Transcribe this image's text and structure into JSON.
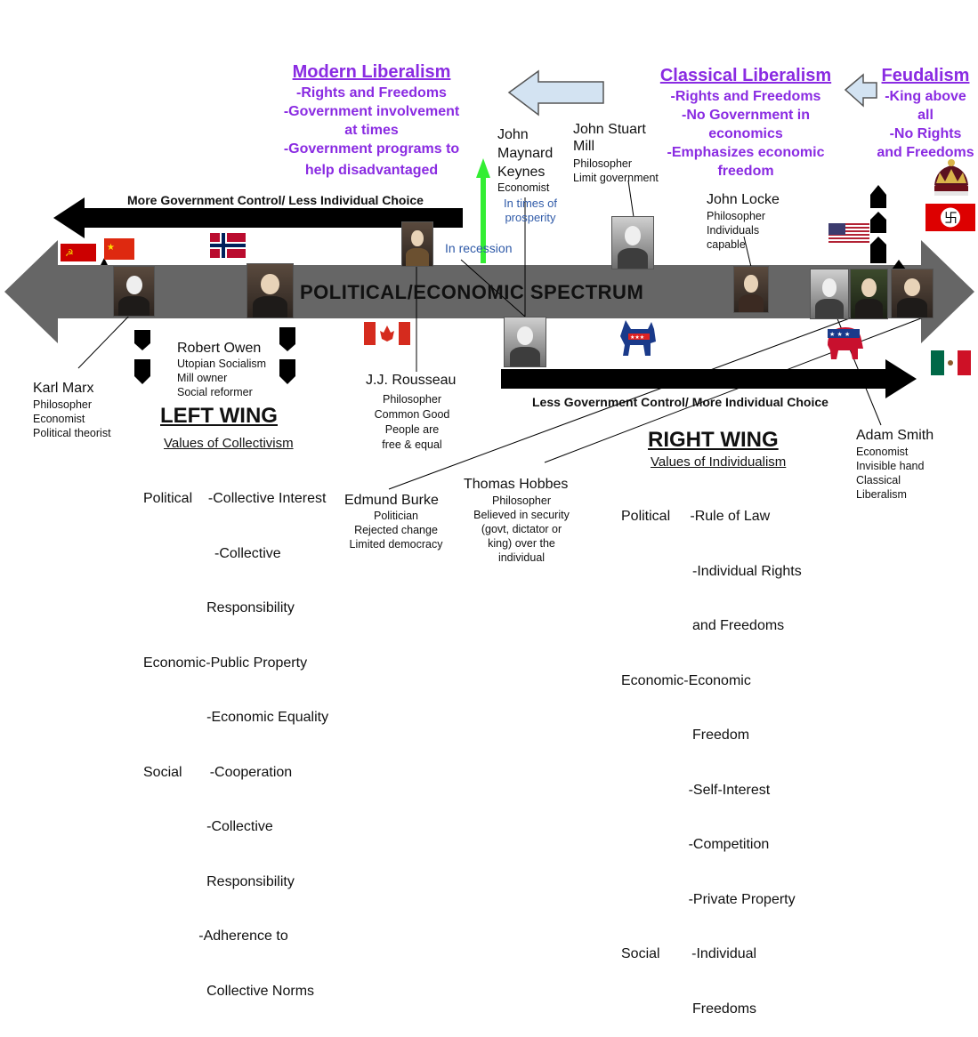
{
  "spectrum": {
    "title": "POLITICAL/ECONOMIC SPECTRUM"
  },
  "top_arrow": {
    "label": "More Government Control/ Less Individual Choice"
  },
  "bottom_arrow": {
    "label": "Less Government Control/ More Individual Choice"
  },
  "modern_liberalism": {
    "title": "Modern Liberalism",
    "lines": [
      "-Rights and Freedoms",
      "-Government involvement",
      "at times",
      "-Government programs to",
      "help disadvantaged"
    ]
  },
  "classical_liberalism": {
    "title": "Classical Liberalism",
    "lines": [
      "-Rights and Freedoms",
      "-No Government in",
      "economics",
      "-Emphasizes economic",
      "freedom"
    ]
  },
  "feudalism": {
    "title": "Feudalism",
    "lines": [
      "-King above",
      "all",
      "-No Rights",
      "and Freedoms"
    ]
  },
  "keynes": {
    "name": [
      "John",
      "Maynard",
      "Keynes"
    ],
    "role": "Economist",
    "prosperity": [
      "In times of",
      "prosperity"
    ],
    "recession": "In recession"
  },
  "mill": {
    "name": [
      "John Stuart",
      "Mill"
    ],
    "desc": [
      "Philosopher",
      "Limit government"
    ]
  },
  "locke": {
    "name": "John Locke",
    "desc": [
      "Philosopher",
      "Individuals",
      "capable"
    ]
  },
  "marx": {
    "name": "Karl Marx",
    "desc": [
      "Philosopher",
      "Economist",
      "Political theorist"
    ]
  },
  "owen": {
    "name": "Robert Owen",
    "desc": [
      "Utopian Socialism",
      "Mill owner",
      "Social reformer"
    ]
  },
  "rousseau": {
    "name": "J.J. Rousseau",
    "desc": [
      "Philosopher",
      "Common Good",
      "People are",
      "free & equal"
    ]
  },
  "burke": {
    "name": "Edmund Burke",
    "desc": [
      "Politician",
      "Rejected change",
      "Limited democracy"
    ]
  },
  "hobbes": {
    "name": "Thomas Hobbes",
    "desc": [
      "Philosopher",
      "Believed in security",
      "(govt, dictator or",
      "king) over the",
      "individual"
    ]
  },
  "smith": {
    "name": "Adam Smith",
    "desc": [
      "Economist",
      "Invisible hand",
      "Classical",
      "Liberalism"
    ]
  },
  "left_wing": {
    "title": "LEFT WING",
    "subtitle": "Values of Collectivism",
    "lines": [
      "Political    -Collective Interest",
      "                  -Collective",
      "                Responsibility",
      "Economic-Public Property",
      "                -Economic Equality",
      "Social       -Cooperation",
      "                -Collective",
      "                Responsibility",
      "              -Adherence to",
      "                Collective Norms"
    ]
  },
  "right_wing": {
    "title": "RIGHT WING",
    "subtitle": "Values of Individualism",
    "lines": [
      "Political     -Rule of Law",
      "                  -Individual Rights",
      "                  and Freedoms",
      "Economic-Economic",
      "                  Freedom",
      "                 -Self-Interest",
      "                 -Competition",
      "                 -Private Property",
      "Social        -Individual",
      "                  Freedoms"
    ]
  },
  "colors": {
    "purple": "#8a2be2",
    "spectrum": "#666666",
    "blue_text": "#2f5aa8",
    "green_arrow": "#33ee33",
    "light_blue_arrow": "#d3e3f2"
  }
}
